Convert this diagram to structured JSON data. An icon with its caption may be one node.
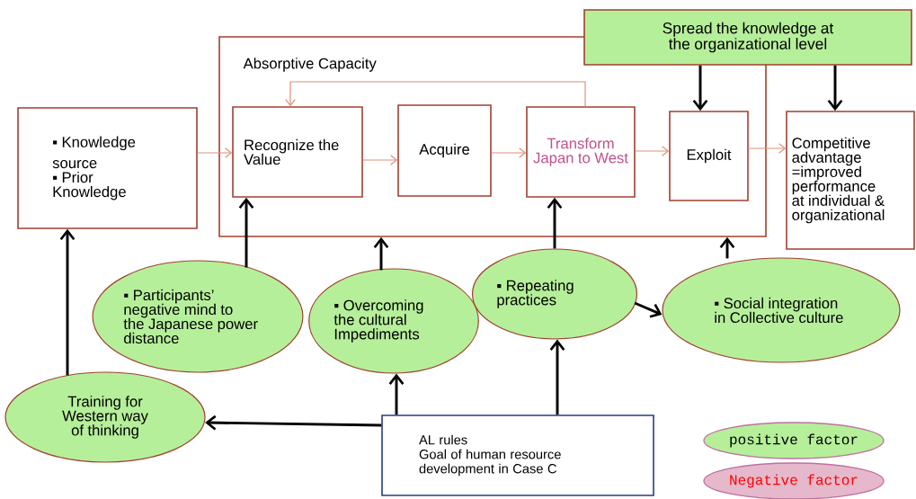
{
  "diagram": {
    "nodes": [
      {
        "text": [
          "▪ Knowledge source",
          "▪ Prior Knowledge"
        ]
      },
      {
        "text": [
          "Absorptive Capacity"
        ]
      },
      {
        "text": [
          "Recognize the Value"
        ],
        "in": 1
      },
      {
        "text": [
          "Acquire"
        ],
        "in": 1
      },
      {
        "text": [
          "Transform Japan to West"
        ],
        "in": 1
      },
      {
        "text": [
          "Exploit"
        ],
        "in": 1
      },
      {
        "text": [
          "Spread the knowledge at the organizational level"
        ]
      },
      {
        "text": [
          "Competitive advantage =improved performance at individual & organizational"
        ]
      },
      {
        "text": [
          "▪ Participants’ negative mind to the Japanese power distance"
        ]
      },
      {
        "text": [
          "▪ Overcoming the cultural Impediments"
        ]
      },
      {
        "text": [
          "▪ Repeating practices"
        ]
      },
      {
        "text": [
          "▪ Social integration in Collective culture"
        ]
      },
      {
        "text": [
          "Training for Western way of thinking"
        ]
      },
      {
        "text": [
          "AL rules",
          "Goal of human resource development in Case C"
        ]
      }
    ],
    "edges": [
      {
        "from": 0,
        "to": 2,
        "arrow": "to",
        "color": "#e0907a"
      },
      {
        "from": 2,
        "to": 3,
        "arrow": "to",
        "color": "#e0907a"
      },
      {
        "from": 3,
        "to": 4,
        "arrow": "to",
        "color": "#e0907a"
      },
      {
        "from": 4,
        "to": 5,
        "arrow": "to",
        "color": "#e0907a"
      },
      {
        "from": 5,
        "to": 7,
        "arrow": "to",
        "color": "#e0907a"
      },
      {
        "from": 4,
        "to": 2,
        "arrow": "to",
        "color": "#e0907a"
      },
      {
        "from": 6,
        "to": 5,
        "arrow": "to"
      },
      {
        "from": 6,
        "to": 7,
        "arrow": "to"
      },
      {
        "from": 8,
        "to": 2,
        "arrow": "to"
      },
      {
        "from": 9,
        "to": 1,
        "arrow": "to"
      },
      {
        "from": 10,
        "to": 4,
        "arrow": "to"
      },
      {
        "from": 11,
        "to": 1,
        "arrow": "to"
      },
      {
        "from": 10,
        "to": 11,
        "arrow": "to"
      },
      {
        "from": 12,
        "to": 0,
        "arrow": "to"
      },
      {
        "from": 13,
        "to": 12,
        "arrow": "to"
      },
      {
        "from": 13,
        "to": 9,
        "arrow": "to"
      },
      {
        "from": 13,
        "to": 10,
        "arrow": "to"
      }
    ],
    "legend": [
      {
        "text": "positive factor",
        "color": "#b6ef9a"
      },
      {
        "text": "Negative factor",
        "color": "#e6b8cc"
      }
    ]
  }
}
